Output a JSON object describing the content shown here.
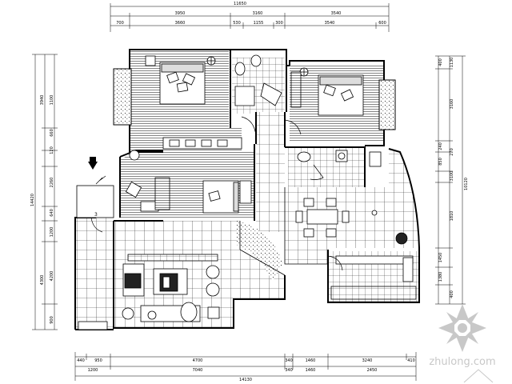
{
  "top_dims": {
    "overall": "11650",
    "row1": [
      "3950",
      "3160",
      "3540"
    ],
    "row2": [
      "700",
      "3660",
      "530",
      "1155",
      "300",
      "3540",
      "600"
    ]
  },
  "bottom_dims": {
    "row1": [
      "440",
      "950",
      "4700",
      "340",
      "1460",
      "3240",
      "410"
    ],
    "row2": [
      "1200",
      "7040",
      "340",
      "1460",
      "2450"
    ],
    "overall": "14130"
  },
  "left_dims": {
    "overall": "14420",
    "segments": [
      "3940",
      "1100",
      "660",
      "120",
      "2260",
      "640",
      "4300",
      "1200",
      "4200",
      "900"
    ]
  },
  "right_dims": {
    "overall": "10120",
    "segments": [
      "400",
      "1130",
      "3160",
      "240",
      "850",
      "270",
      "3100",
      "1810",
      "1450",
      "1380",
      "400"
    ]
  },
  "room_labels": [
    "3"
  ],
  "watermark": {
    "text": "zhulong.com"
  },
  "colors": {
    "line": "#000000",
    "hatch": "#555555",
    "watermark": "#c8c8c8"
  }
}
